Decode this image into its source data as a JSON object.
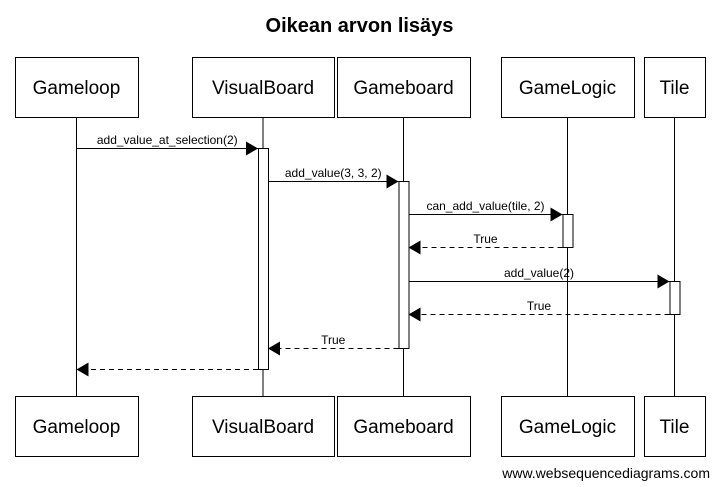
{
  "title": "Oikean arvon lisäys",
  "footer": "www.websequencediagrams.com",
  "colors": {
    "line": "#000000",
    "box_fill": "#ffffff",
    "background": "#ffffff"
  },
  "participants": [
    {
      "id": "gameloop",
      "label": "Gameloop"
    },
    {
      "id": "visualboard",
      "label": "VisualBoard"
    },
    {
      "id": "gameboard",
      "label": "Gameboard"
    },
    {
      "id": "gamelogic",
      "label": "GameLogic"
    },
    {
      "id": "tile",
      "label": "Tile"
    }
  ],
  "messages": [
    {
      "from": "gameloop",
      "to": "visualboard",
      "label": "add_value_at_selection(2)",
      "kind": "call"
    },
    {
      "from": "visualboard",
      "to": "gameboard",
      "label": "add_value(3, 3, 2)",
      "kind": "call"
    },
    {
      "from": "gameboard",
      "to": "gamelogic",
      "label": "can_add_value(tile, 2)",
      "kind": "call"
    },
    {
      "from": "gamelogic",
      "to": "gameboard",
      "label": "True",
      "kind": "return"
    },
    {
      "from": "gameboard",
      "to": "tile",
      "label": "add_value(2)",
      "kind": "call"
    },
    {
      "from": "tile",
      "to": "gameboard",
      "label": "True",
      "kind": "return"
    },
    {
      "from": "gameboard",
      "to": "visualboard",
      "label": "True",
      "kind": "return"
    },
    {
      "from": "visualboard",
      "to": "gameloop",
      "label": "",
      "kind": "return"
    }
  ],
  "activations": [
    {
      "participant": "visualboard",
      "from_message": 0,
      "to_message": 7
    },
    {
      "participant": "gameboard",
      "from_message": 1,
      "to_message": 6
    },
    {
      "participant": "gamelogic",
      "from_message": 2,
      "to_message": 3
    },
    {
      "participant": "tile",
      "from_message": 4,
      "to_message": 5
    }
  ]
}
